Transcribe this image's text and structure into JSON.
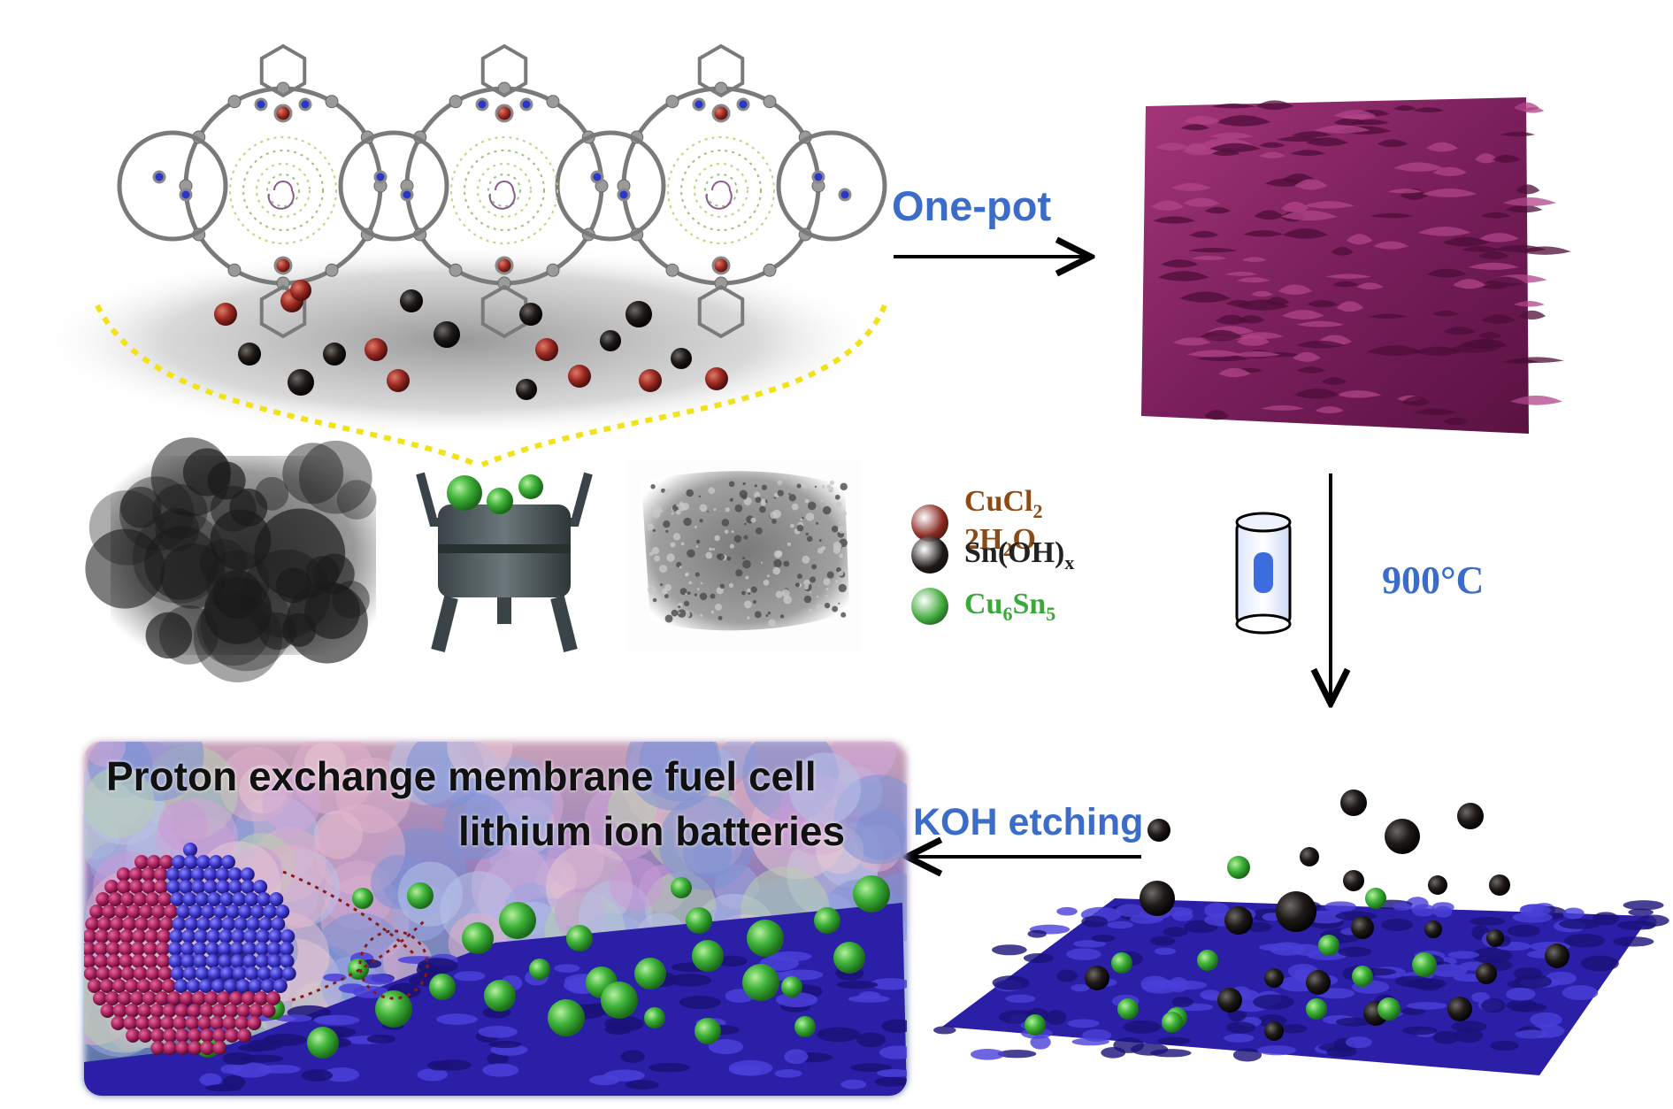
{
  "steps": {
    "one_pot": "One-pot",
    "temperature": "900°C",
    "koh_etching": "KOH etching"
  },
  "applications": {
    "line1": "Proton exchange membrane fuel cell",
    "line2": "lithium ion batteries"
  },
  "legend": [
    {
      "key": "cucl2",
      "label_main": "CuCl",
      "sub1": "2",
      "label_mid": " 2H",
      "sub2": "2",
      "label_end": "O",
      "color": "#8a2a22",
      "text_color": "#8b4a16"
    },
    {
      "key": "snoh",
      "label_main": "Sn(OH)",
      "sub1": "x",
      "label_mid": "",
      "sub2": "",
      "label_end": "",
      "color": "#1e1a18",
      "text_color": "#222222"
    },
    {
      "key": "cu6sn5",
      "label_main": "Cu",
      "sub1": "6",
      "label_mid": "Sn",
      "sub2": "5",
      "label_end": "",
      "color": "#3fa83a",
      "text_color": "#3aa83a"
    }
  ],
  "colors": {
    "arrow_label_blue": "#3a6cc8",
    "cube": "#7a1f5c",
    "sheet": "#2b1fa8",
    "sphere_blue": "#3a34c8",
    "sphere_shell": "#a8205c",
    "dashed_yellow": "#f2e21a"
  }
}
